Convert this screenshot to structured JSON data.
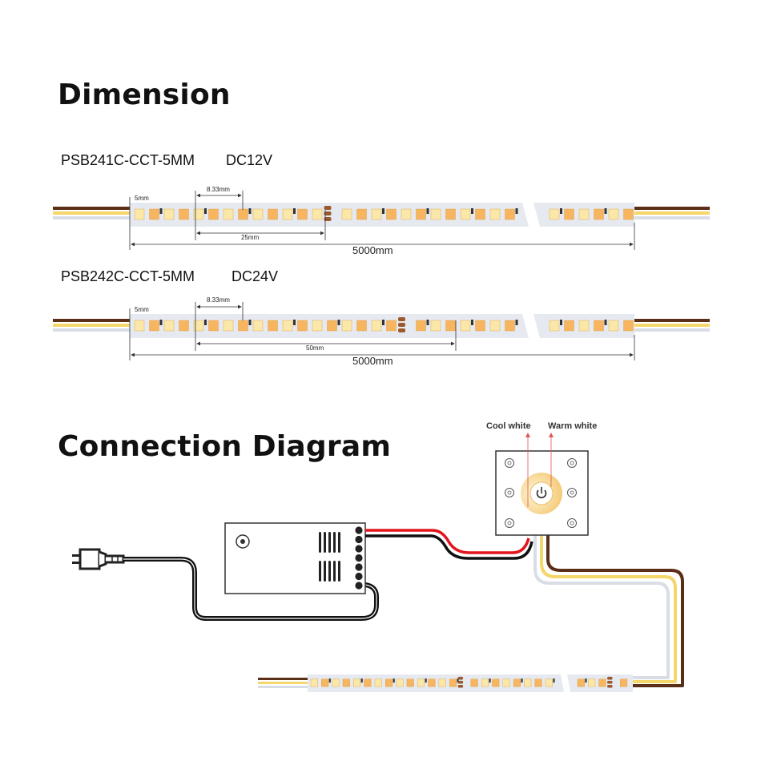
{
  "sections": {
    "dimension_title": "Dimension",
    "connection_title": "Connection Diagram"
  },
  "strips": [
    {
      "model": "PSB241C-CCT-5MM",
      "voltage": "DC12V",
      "width_label": "5mm",
      "pitch_label": "8.33mm",
      "cut_label": "25mm",
      "length_label": "5000mm"
    },
    {
      "model": "PSB242C-CCT-5MM",
      "voltage": "DC24V",
      "width_label": "5mm",
      "pitch_label": "8.33mm",
      "cut_label": "50mm",
      "length_label": "5000mm"
    }
  ],
  "controller": {
    "cool_label": "Cool white",
    "warm_label": "Warm white",
    "power_icon": "power-icon",
    "buttons": [
      "cool-up-icon",
      "warm-up-icon",
      "scene-1-icon",
      "scene-2-icon",
      "scene-3-icon",
      "mode-icon"
    ]
  },
  "colors": {
    "strip_pcb": "#e6eaf0",
    "led_warm": "#f7b560",
    "led_cool": "#fbe8a8",
    "pad_copper": "#9a5a2e",
    "wire_brown": "#5b2f17",
    "wire_yellow": "#f4d66a",
    "wire_white": "#d9dee6",
    "wire_red": "#e3141b",
    "wire_black": "#1a1a1a",
    "leader_red": "#e05555"
  }
}
